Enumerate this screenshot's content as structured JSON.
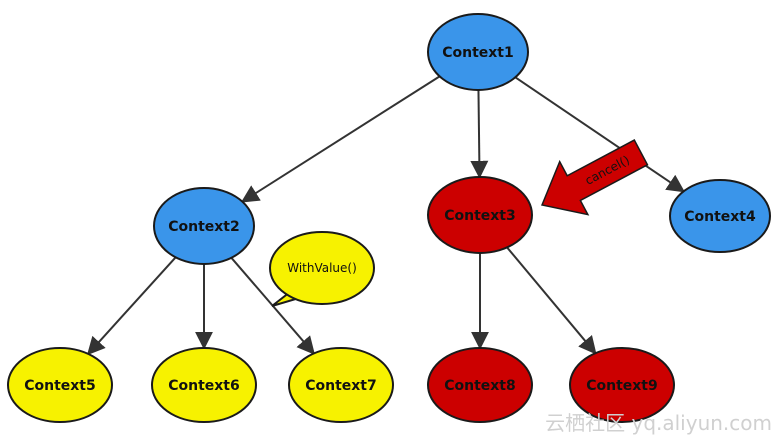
{
  "nodes": {
    "context1": {
      "label": "Context1",
      "fill": "#3a95ea"
    },
    "context2": {
      "label": "Context2",
      "fill": "#3a95ea"
    },
    "context3": {
      "label": "Context3",
      "fill": "#cc0000"
    },
    "context4": {
      "label": "Context4",
      "fill": "#3a95ea"
    },
    "context5": {
      "label": "Context5",
      "fill": "#f7f200"
    },
    "context6": {
      "label": "Context6",
      "fill": "#f7f200"
    },
    "context7": {
      "label": "Context7",
      "fill": "#f7f200"
    },
    "context8": {
      "label": "Context8",
      "fill": "#cc0000"
    },
    "context9": {
      "label": "Context9",
      "fill": "#cc0000"
    }
  },
  "edges": [
    [
      "context1",
      "context2"
    ],
    [
      "context1",
      "context3"
    ],
    [
      "context1",
      "context4"
    ],
    [
      "context2",
      "context5"
    ],
    [
      "context2",
      "context6"
    ],
    [
      "context2",
      "context7"
    ],
    [
      "context3",
      "context8"
    ],
    [
      "context3",
      "context9"
    ]
  ],
  "callout": {
    "label": "WithValue()",
    "fill": "#f7f200"
  },
  "cancel_arrow": {
    "label": "cancel()",
    "fill": "#cc0000"
  },
  "watermark": "云栖社区 yq.aliyun.com",
  "colors": {
    "edge": "#333333",
    "outline": "#1a1a1a",
    "text": "#111111"
  }
}
